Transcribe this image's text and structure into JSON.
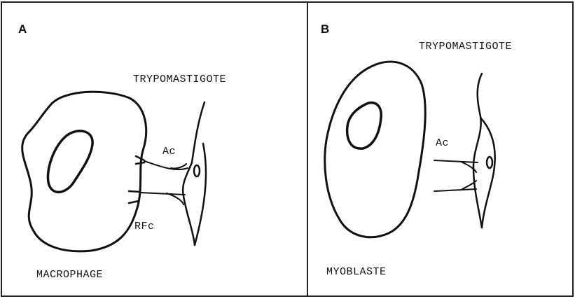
{
  "panels": [
    {
      "letter": "A",
      "parasite_label": "TRYPOMASTIGOTE",
      "receptor_label_top": "Ac",
      "receptor_label_bottom": "RFc",
      "cell_label": "MACROPHAGE"
    },
    {
      "letter": "B",
      "parasite_label": "TRYPOMASTIGOTE",
      "receptor_label_top": "Ac",
      "cell_label": "MYOBLASTE"
    }
  ]
}
